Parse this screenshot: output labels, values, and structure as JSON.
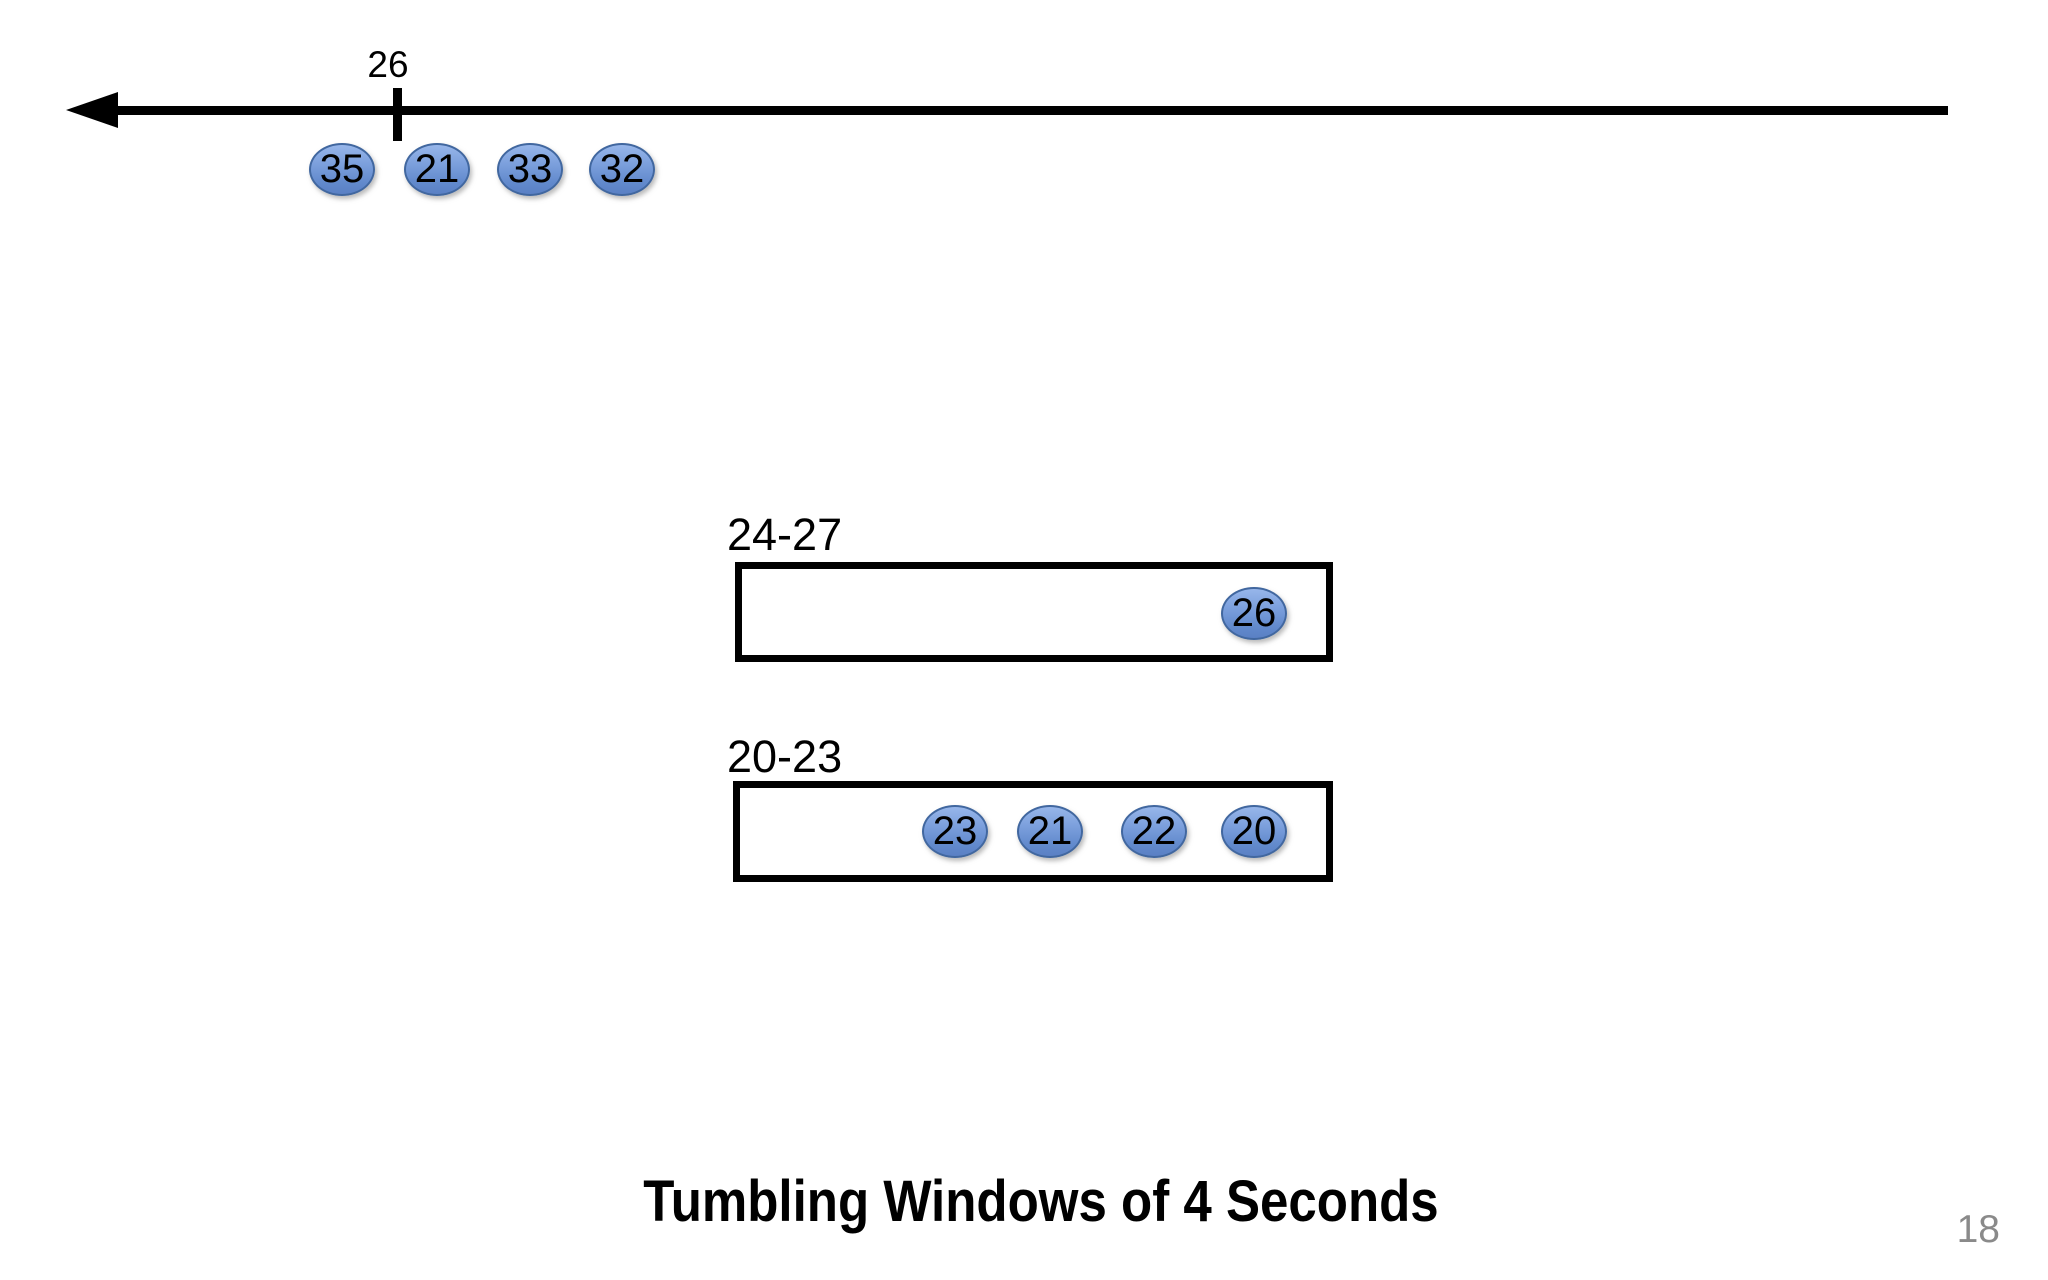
{
  "slide": {
    "title": "Tumbling Windows of 4 Seconds",
    "page_number": "18"
  },
  "timeline": {
    "tick_label": "26",
    "events": [
      "35",
      "21",
      "33",
      "32"
    ]
  },
  "windows": [
    {
      "range_label": "24-27",
      "events": [
        "26"
      ]
    },
    {
      "range_label": "20-23",
      "events": [
        "23",
        "21",
        "22",
        "20"
      ]
    }
  ],
  "colors": {
    "event_fill_light": "#97B6EA",
    "event_fill_dark": "#5A80C4",
    "event_border": "#41679F",
    "line": "#000000",
    "page_number": "#8A8A8A",
    "background": "#FFFFFF"
  }
}
